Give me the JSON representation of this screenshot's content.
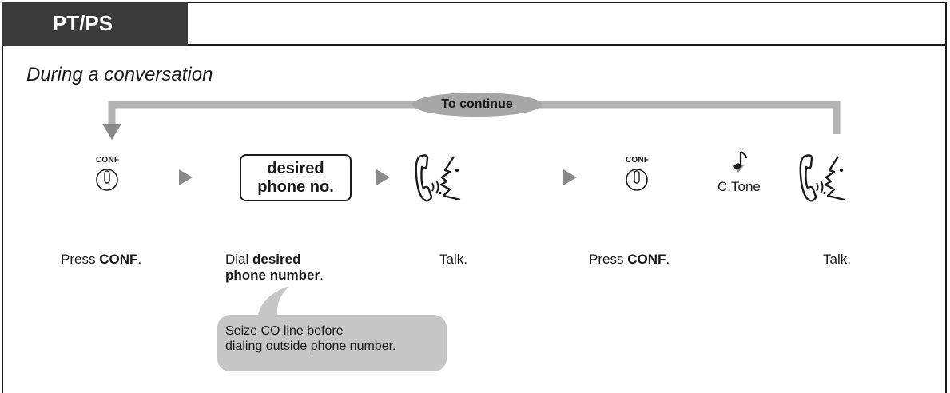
{
  "header": {
    "tab_label": "PT/PS"
  },
  "subtitle": "During a conversation",
  "loop_label": "To continue",
  "steps": [
    {
      "button_label": "CONF",
      "prefix": "Press ",
      "bold": "CONF",
      "suffix": "."
    },
    {
      "box_line1": "desired",
      "box_line2": "phone no.",
      "prefix": "Dial ",
      "bold_line1": "desired",
      "bold_line2": "phone number",
      "suffix": "."
    },
    {
      "prefix": "Talk."
    },
    {
      "button_label": "CONF",
      "prefix": "Press ",
      "bold": "CONF",
      "suffix": "."
    },
    {
      "tone_label": "C.Tone"
    },
    {
      "prefix": "Talk."
    }
  ],
  "note": {
    "line1": "Seize CO line before",
    "line2": "dialing outside phone number."
  },
  "icons": [
    "conf-button-icon",
    "arrow-right-icon",
    "talk-handset-icon",
    "confirmation-tone-icon"
  ],
  "colors": {
    "tab_bg": "#3a3a3a",
    "loop_line": "#b3b3b3",
    "bubble": "#a6a6a6",
    "note_bg": "#c6c6c6",
    "arrow": "#8a8a8a"
  }
}
